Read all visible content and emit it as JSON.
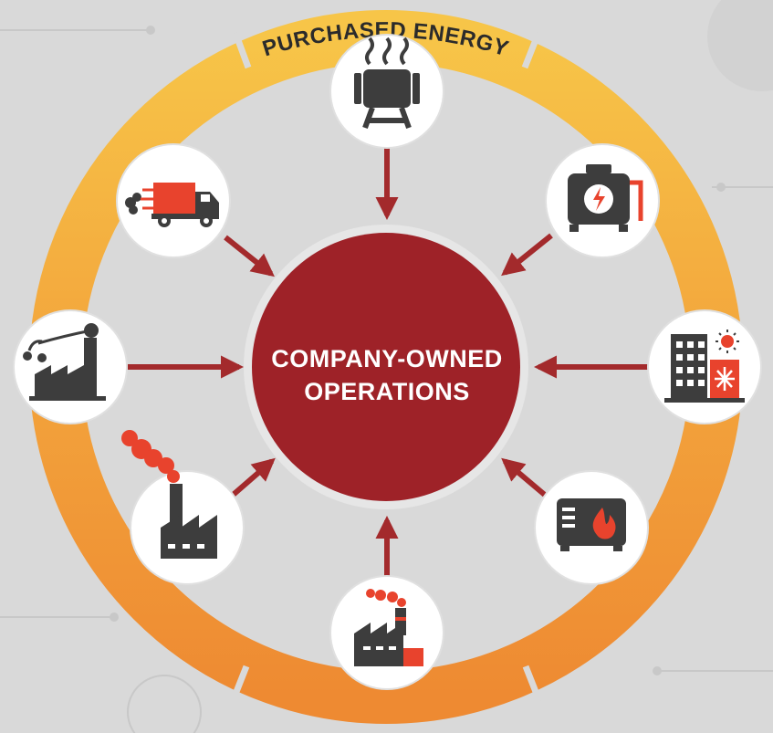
{
  "diagram": {
    "ring_label": "PURCHASED ENERGY",
    "hub": {
      "line1": "COMPANY-OWNED",
      "line2": "OPERATIONS"
    },
    "nodes": [
      {
        "id": "top",
        "icon": "boiler-heater-icon"
      },
      {
        "id": "top-right",
        "icon": "electric-generator-icon"
      },
      {
        "id": "right",
        "icon": "building-heating-cooling-icon"
      },
      {
        "id": "bottom-right",
        "icon": "furnace-flame-icon"
      },
      {
        "id": "bottom",
        "icon": "factory-emissions-icon"
      },
      {
        "id": "bottom-left",
        "icon": "factory-smoke-icon"
      },
      {
        "id": "left",
        "icon": "power-line-factory-icon"
      },
      {
        "id": "top-left",
        "icon": "delivery-truck-icon"
      }
    ],
    "colors": {
      "ring_light": "#f6c043",
      "ring_mid": "#f3a53c",
      "ring_dark": "#ee8c33",
      "hub": "#9e2228",
      "arrow": "#a32a2c",
      "icon_dark": "#3d3d3d",
      "icon_accent": "#e8432d",
      "background": "#d9d9d9"
    }
  }
}
